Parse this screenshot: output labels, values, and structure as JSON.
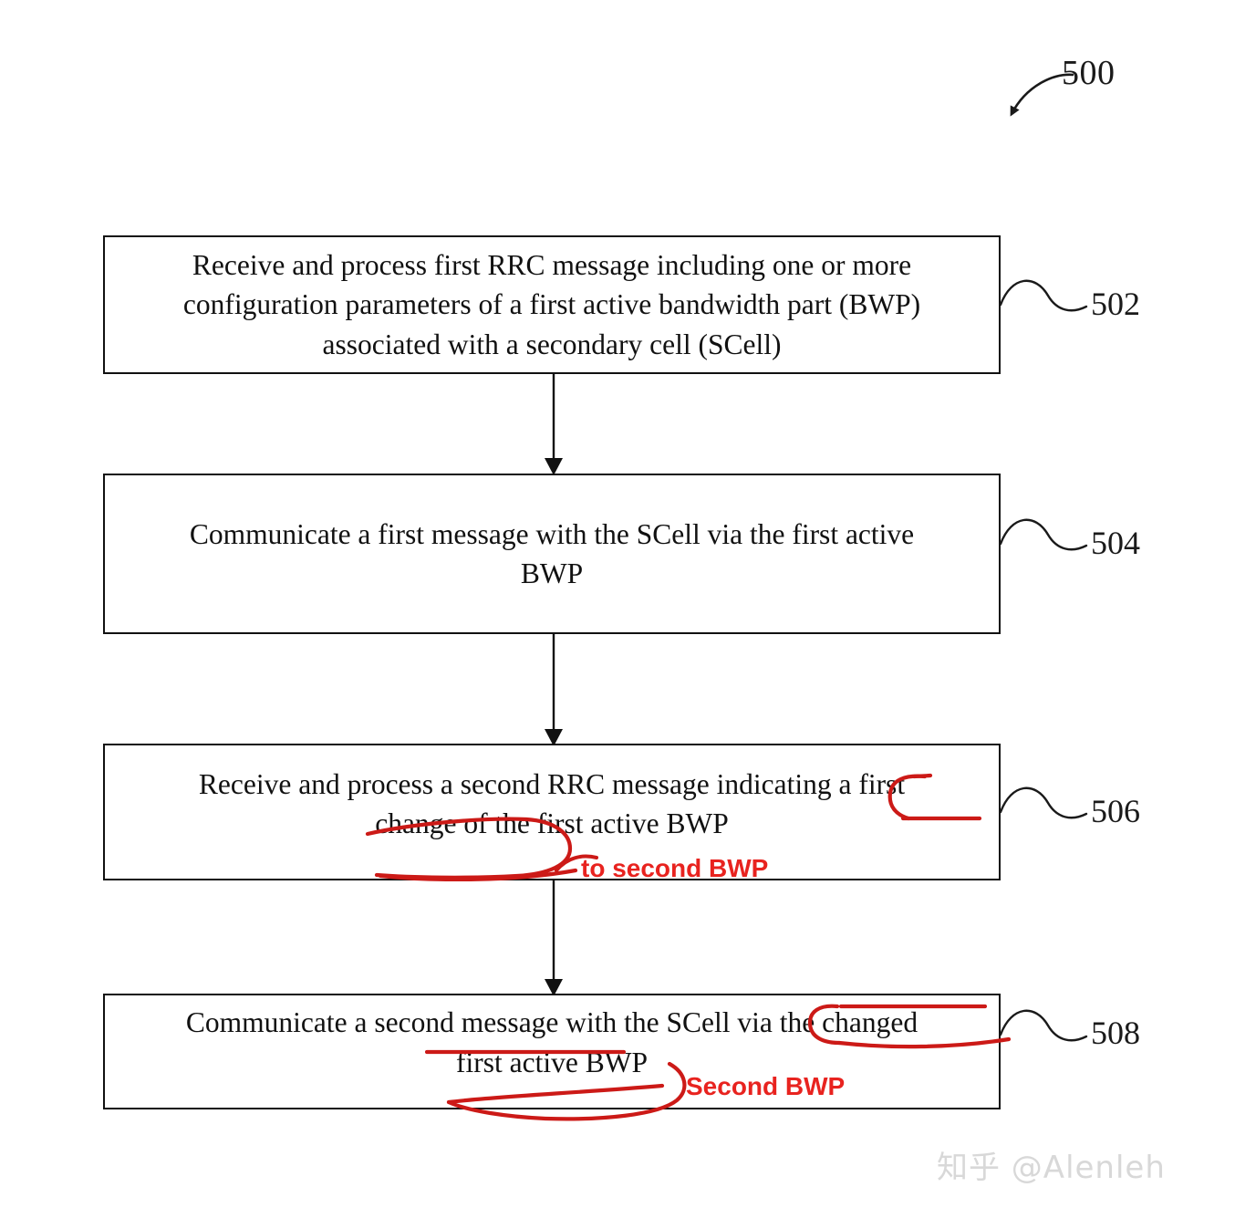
{
  "figure": {
    "number": "500",
    "title_label": "500"
  },
  "boxes": [
    {
      "id": "502",
      "ref": "502",
      "text": "Receive and process first RRC message including one or more\nconfiguration parameters of a first active bandwidth part (BWP)\nassociated with a secondary cell (SCell)"
    },
    {
      "id": "504",
      "ref": "504",
      "text": "Communicate a first message with the SCell via the first active\nBWP"
    },
    {
      "id": "506",
      "ref": "506",
      "text": "Receive and process a second RRC message indicating a first\nchange of the first active BWP"
    },
    {
      "id": "508",
      "ref": "508",
      "text": "Communicate a second message with the SCell via the changed\nfirst active BWP"
    }
  ],
  "annotations": {
    "color": "#e8231f",
    "items": [
      {
        "id": "to-second-bwp",
        "text": "to second BWP",
        "target_box": "506"
      },
      {
        "id": "second-bwp",
        "text": "Second BWP",
        "target_box": "508"
      }
    ]
  },
  "watermark": {
    "text": "知乎 @Alenleh",
    "color": "#d8d8d8"
  },
  "colors": {
    "ink": "#111111",
    "annotation_red": "#e8231f",
    "watermark_gray": "#d8d8d8",
    "page_background": "#ffffff"
  }
}
